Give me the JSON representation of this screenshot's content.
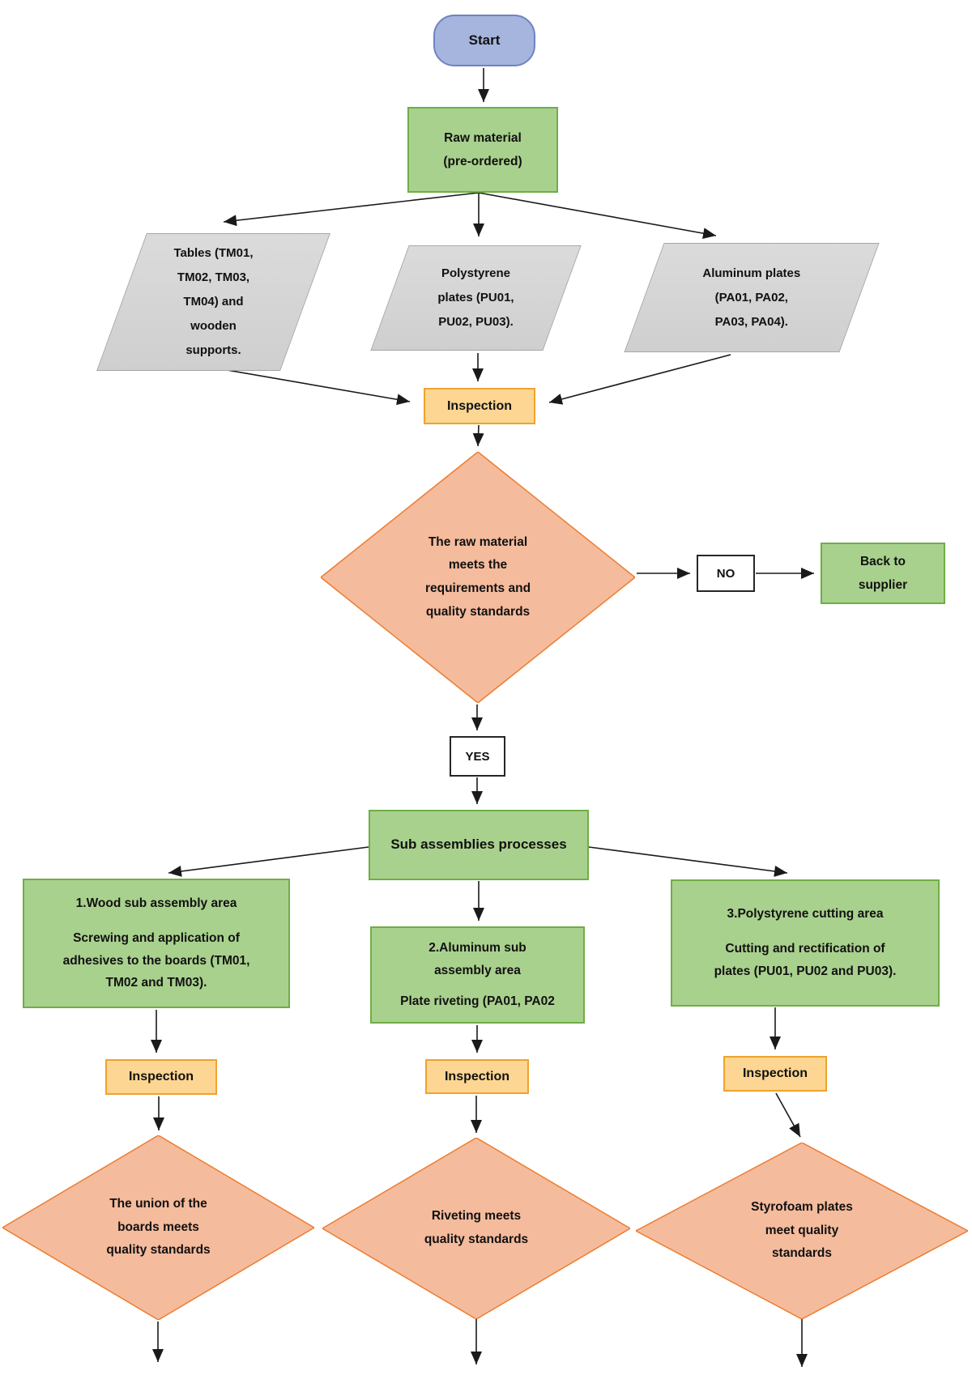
{
  "nodes": {
    "start": "Start",
    "raw_material": "Raw material\n(pre-ordered)",
    "input_tables": "Tables (TM01,\nTM02, TM03,\nTM04) and\nwooden\nsupports.",
    "input_polystyrene": "Polystyrene\nplates (PU01,\nPU02, PU03).",
    "input_aluminum": "Aluminum plates\n(PA01, PA02,\nPA03, PA04).",
    "inspection_raw": "Inspection",
    "decision_raw": "The raw material\nmeets the\nrequirements and\nquality standards",
    "no_label": "NO",
    "back_to_supplier": "Back to\nsupplier",
    "yes_label": "YES",
    "sub_assemblies": "Sub assemblies processes",
    "wood_area_title": "1.Wood sub assembly area",
    "wood_area_body": "Screwing and application of\nadhesives to the boards (TM01,\nTM02 and TM03).",
    "aluminum_area_title": "2.Aluminum sub\nassembly area",
    "aluminum_area_body": "Plate riveting (PA01, PA02",
    "polystyrene_area_title": "3.Polystyrene cutting area",
    "polystyrene_area_body": "Cutting and rectification of\nplates (PU01, PU02 and PU03).",
    "inspection_wood": "Inspection",
    "inspection_aluminum": "Inspection",
    "inspection_polystyrene": "Inspection",
    "decision_wood": "The union of the\nboards meets\nquality standards",
    "decision_aluminum": "Riveting meets\nquality standards",
    "decision_polystyrene": "Styrofoam plates\nmeet quality\nstandards"
  },
  "colors": {
    "start_fill": "#A5B5DD",
    "start_border": "#6E84C0",
    "process_fill": "#A9D18E",
    "process_border": "#70AD47",
    "input_fill": "#D6D6D6",
    "input_border": "#A6A6A6",
    "inspection_fill": "#FCD692",
    "inspection_border": "#F0A22E",
    "decision_fill": "#F5BB9D",
    "decision_border": "#ED7D31",
    "plain_fill": "#FFFFFF",
    "plain_border": "#262626",
    "arrow": "#1A1A1A"
  }
}
